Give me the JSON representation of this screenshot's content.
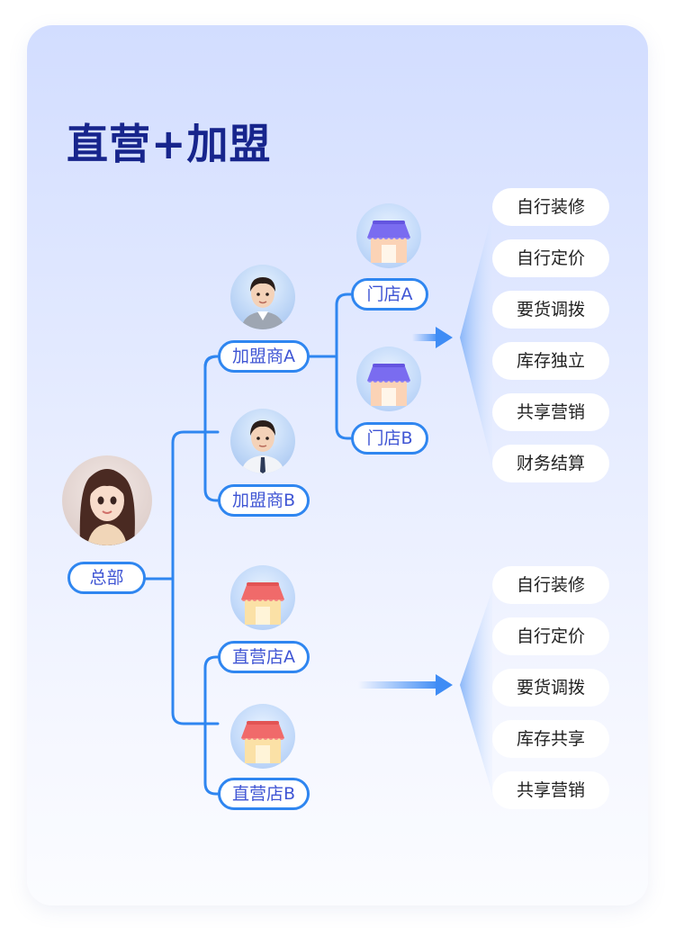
{
  "title": "直营+加盟",
  "hq": {
    "label": "总部",
    "image": "hq-person-avatar"
  },
  "franchisees": [
    {
      "label": "加盟商A",
      "image": "franchisee-man-avatar"
    },
    {
      "label": "加盟商B",
      "image": "franchisee-man-avatar"
    }
  ],
  "stores": [
    {
      "label": "门店A",
      "icon": "purple-store-icon"
    },
    {
      "label": "门店B",
      "icon": "purple-store-icon"
    }
  ],
  "direct_stores": [
    {
      "label": "直营店A",
      "icon": "red-store-icon"
    },
    {
      "label": "直营店B",
      "icon": "red-store-icon"
    }
  ],
  "franchise_features": [
    "自行装修",
    "自行定价",
    "要货调拨",
    "库存独立",
    "共享营销",
    "财务结算"
  ],
  "direct_features": [
    "自行装修",
    "自行定价",
    "要货调拨",
    "库存共享",
    "共享营销"
  ],
  "colors": {
    "connector": "#2f86f0",
    "node_text": "#3f55d4",
    "title": "#17258c",
    "store_purple": "#7a6cf0",
    "store_red": "#f06a6a"
  }
}
